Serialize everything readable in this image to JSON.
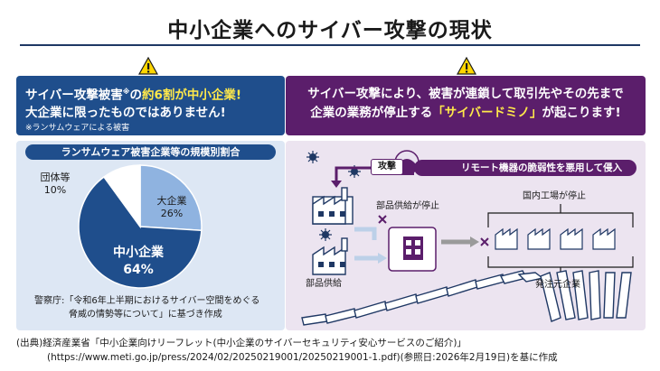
{
  "page": {
    "title": "中小企業へのサイバー攻撃の現状"
  },
  "left_callout": {
    "line1_pre": "サイバー攻撃被害",
    "line1_mark": "※",
    "line1_mid": "の",
    "line1_highlight": "約6割が中小企業!",
    "line2": "大企業に限ったものではありません!",
    "note": "※ランサムウェアによる被害"
  },
  "right_callout": {
    "line1": "サイバー攻撃により、被害が連鎖して取引先やその先まで",
    "line2_pre": "企業の業務が停止する",
    "line2_highlight": "「サイバードミノ」",
    "line2_post": "が起こります!"
  },
  "chart_panel": {
    "heading": "ランサムウェア被害企業等の規模別割合",
    "source_line1": "警察庁:「令和6年上半期におけるサイバー空間をめぐる",
    "source_line2": "脅威の情勢等について」に基づき作成"
  },
  "chart_data": {
    "type": "pie",
    "slices": [
      {
        "label": "大企業",
        "value": 26,
        "display": "26%",
        "color": "#8fb3e0"
      },
      {
        "label": "中小企業",
        "value": 64,
        "display": "64%",
        "color": "#1f4e8c"
      },
      {
        "label": "団体等",
        "value": 10,
        "display": "10%",
        "color": "#ffffff"
      }
    ]
  },
  "domino_panel": {
    "attack_tag": "攻撃",
    "attack_text": "リモート機器の脆弱性を悪用して侵入",
    "parts_stopped": "部品供給が停止",
    "domestic_stopped": "国内工場が停止",
    "ordering_company": "発注元企業",
    "parts_supply": "部品供給"
  },
  "footer": {
    "line1": "(出典)経済産業省「中小企業向けリーフレット(中小企業のサイバーセキュリティ安心サービスのご紹介)」",
    "line2": "(https://www.meti.go.jp/press/2024/02/20250219001/20250219001-1.pdf)(参照日:2026年2月19日)を基に作成"
  },
  "colors": {
    "navy": "#1f4e8c",
    "purple": "#5b1e6b",
    "highlight_yellow": "#ffe94a",
    "light_blue_panel": "#dde7f4",
    "light_purple_panel": "#ece4f0"
  }
}
